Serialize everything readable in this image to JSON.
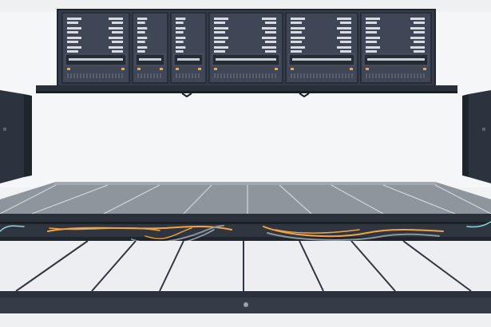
{
  "scene": {
    "description_label": "",
    "rack_units": [
      {
        "id": "unit-1"
      },
      {
        "id": "unit-2"
      },
      {
        "id": "unit-3"
      },
      {
        "id": "unit-4"
      },
      {
        "id": "unit-5"
      },
      {
        "id": "unit-6"
      }
    ],
    "colors": {
      "background": "#f1f2f4",
      "rack_dark": "#343c49",
      "rack_panel": "#3f4756",
      "rack_slot": "#d8dce2",
      "accent_orange": "#f2a445",
      "cable_gray": "#8d949d",
      "floor": "#8f959c",
      "floor_dark": "#5d636b",
      "rail": "#2b313a",
      "subfloor": "#eceef1"
    },
    "icons": [
      "server-rack-icon",
      "cable-icon",
      "floor-tile-icon"
    ]
  }
}
